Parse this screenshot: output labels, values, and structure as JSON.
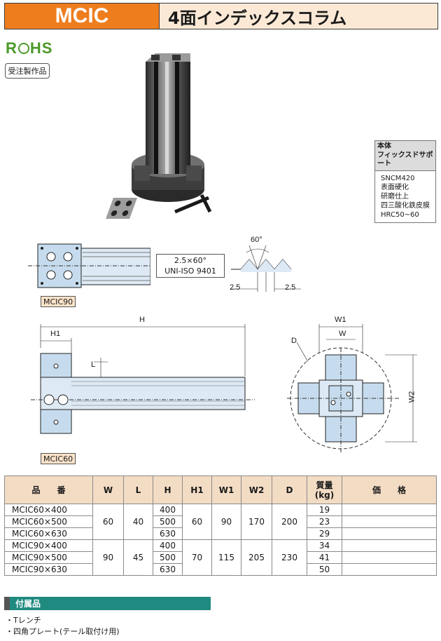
{
  "header": {
    "code": "MCIC",
    "name": "4面インデックスコラム"
  },
  "rohs": "R⊕HS",
  "badge": "受注製作品",
  "spec_box": {
    "head_lines": [
      "本体",
      "フィックスドサポート"
    ],
    "lines": [
      "SNCM420",
      "表面硬化",
      "研磨仕上",
      "四三酸化鉄皮膜",
      "HRC50~60"
    ]
  },
  "thread": {
    "line1": "2.5×60°",
    "line2": "UNI-ISO 9401",
    "angle": "60°",
    "pitch_left": "2.5",
    "pitch_right": "2.5"
  },
  "labels": {
    "mcic90": "MCIC90",
    "mcic60": "MCIC60"
  },
  "dims": {
    "H": "H",
    "H1": "H1",
    "L": "L",
    "W1": "W1",
    "W": "W",
    "D": "D",
    "W2": "W2"
  },
  "table": {
    "headers": {
      "model": "品　　番",
      "W": "W",
      "L": "L",
      "H": "H",
      "H1": "H1",
      "W1": "W1",
      "W2": "W2",
      "D": "D",
      "weight1": "質量",
      "weight2": "(kg)",
      "price": "価　　格"
    },
    "groups": [
      {
        "W": "60",
        "L": "40",
        "H1": "60",
        "W1": "90",
        "W2": "170",
        "D": "200",
        "rows": [
          {
            "model": "MCIC60×400",
            "H": "400",
            "kg": "19"
          },
          {
            "model": "MCIC60×500",
            "H": "500",
            "kg": "23"
          },
          {
            "model": "MCIC60×630",
            "H": "630",
            "kg": "29"
          }
        ]
      },
      {
        "W": "90",
        "L": "45",
        "H1": "70",
        "W1": "115",
        "W2": "205",
        "D": "230",
        "rows": [
          {
            "model": "MCIC90×400",
            "H": "400",
            "kg": "34"
          },
          {
            "model": "MCIC90×500",
            "H": "500",
            "kg": "41"
          },
          {
            "model": "MCIC90×630",
            "H": "630",
            "kg": "50"
          }
        ]
      }
    ]
  },
  "accessories": {
    "title": "付属品",
    "items": [
      "・Tレンチ",
      "・四角プレート(テール取付け用)"
    ]
  },
  "colors": {
    "accent": "#ee7d1e",
    "header_bg": "#fbe9d6",
    "part_blue": "#c6dcee",
    "table_head": "#f3dcc4",
    "acc_green": "#1f8a7f"
  }
}
